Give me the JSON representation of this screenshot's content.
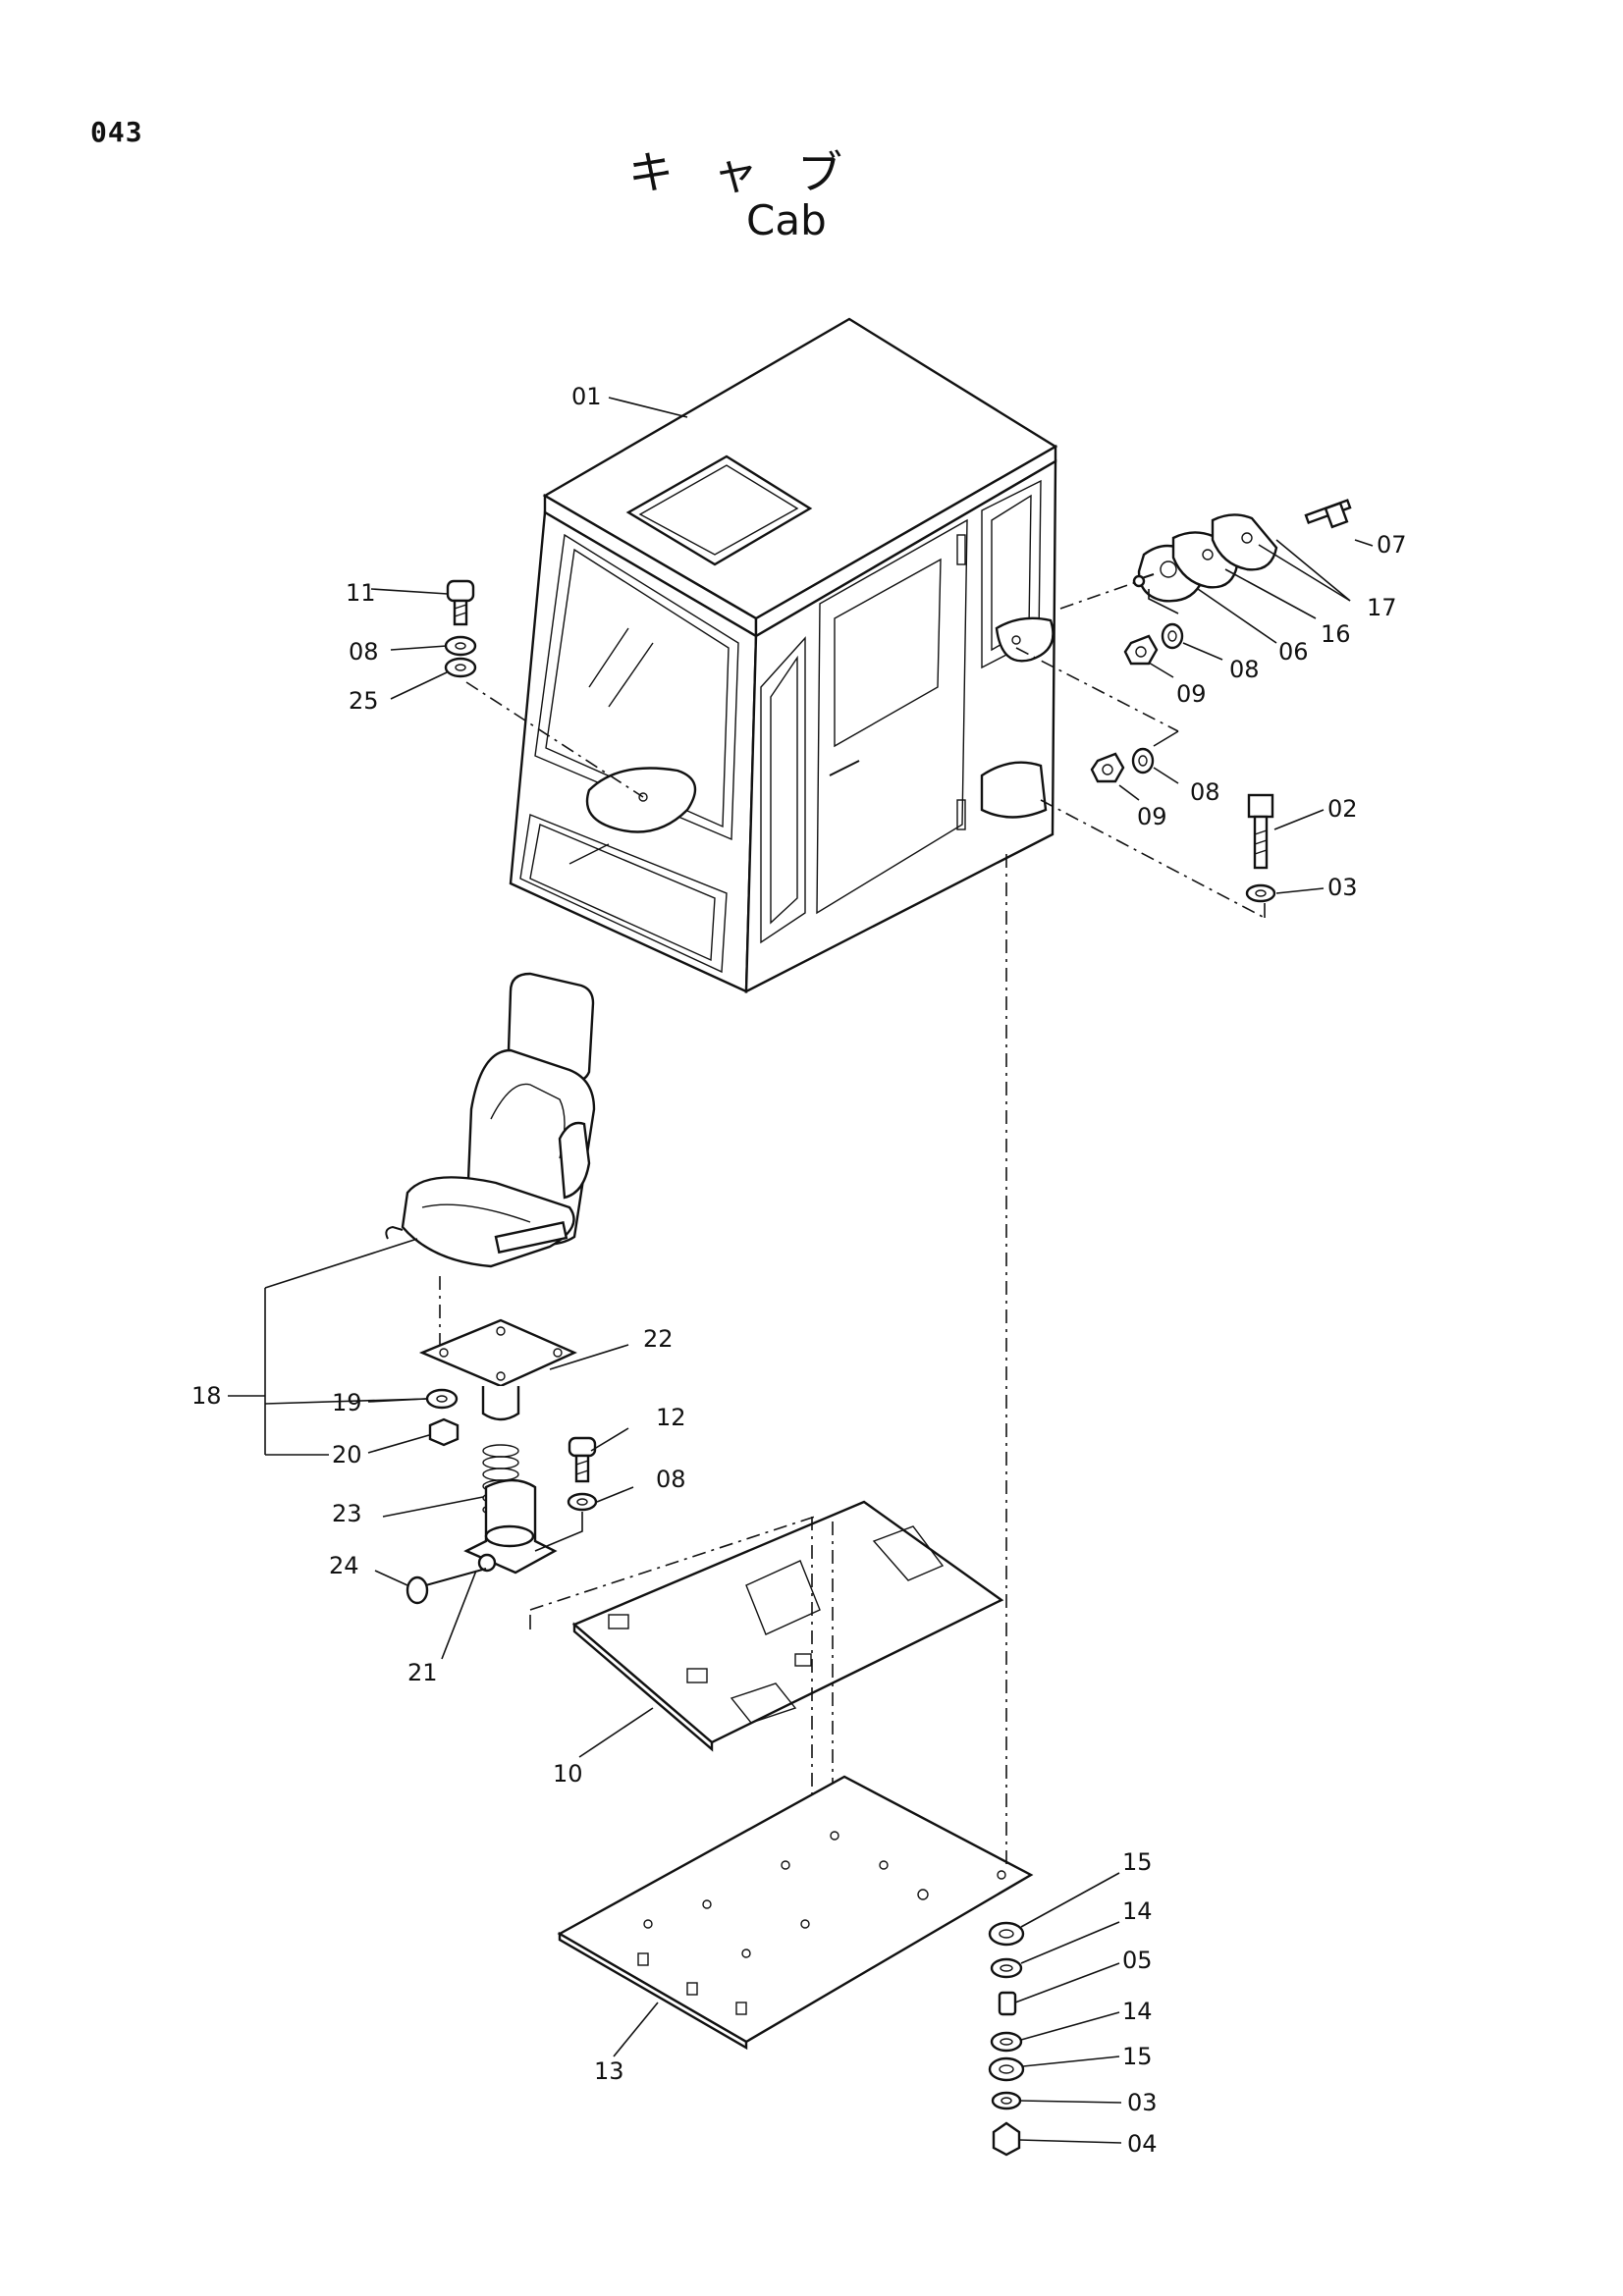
{
  "page_number": "043",
  "title_jp": "キャブ",
  "title_en": "Cab",
  "callouts": [
    {
      "id": "cab",
      "text": "01"
    },
    {
      "id": "bolt-11",
      "text": "11"
    },
    {
      "id": "washer-08-a",
      "text": "08"
    },
    {
      "id": "washer-25",
      "text": "25"
    },
    {
      "id": "bolt-07",
      "text": "07"
    },
    {
      "id": "plate-17",
      "text": "17"
    },
    {
      "id": "plate-16",
      "text": "16"
    },
    {
      "id": "mount-06",
      "text": "06"
    },
    {
      "id": "washer-08-b",
      "text": "08"
    },
    {
      "id": "nut-09-a",
      "text": "09"
    },
    {
      "id": "washer-08-c",
      "text": "08"
    },
    {
      "id": "nut-09-b",
      "text": "09"
    },
    {
      "id": "bolt-02",
      "text": "02"
    },
    {
      "id": "washer-03-a",
      "text": "03"
    },
    {
      "id": "seat-18",
      "text": "18"
    },
    {
      "id": "plate-22",
      "text": "22"
    },
    {
      "id": "washer-19",
      "text": "19"
    },
    {
      "id": "nut-20",
      "text": "20"
    },
    {
      "id": "bolt-12",
      "text": "12"
    },
    {
      "id": "washer-08-d",
      "text": "08"
    },
    {
      "id": "spring-23",
      "text": "23"
    },
    {
      "id": "knob-24",
      "text": "24"
    },
    {
      "id": "stand-21",
      "text": "21"
    },
    {
      "id": "mat-10",
      "text": "10"
    },
    {
      "id": "floor-13",
      "text": "13"
    },
    {
      "id": "cushion-15-a",
      "text": "15"
    },
    {
      "id": "spacer-14-a",
      "text": "14"
    },
    {
      "id": "collar-05",
      "text": "05"
    },
    {
      "id": "spacer-14-b",
      "text": "14"
    },
    {
      "id": "cushion-15-b",
      "text": "15"
    },
    {
      "id": "washer-03-b",
      "text": "03"
    },
    {
      "id": "nut-04",
      "text": "04"
    }
  ]
}
